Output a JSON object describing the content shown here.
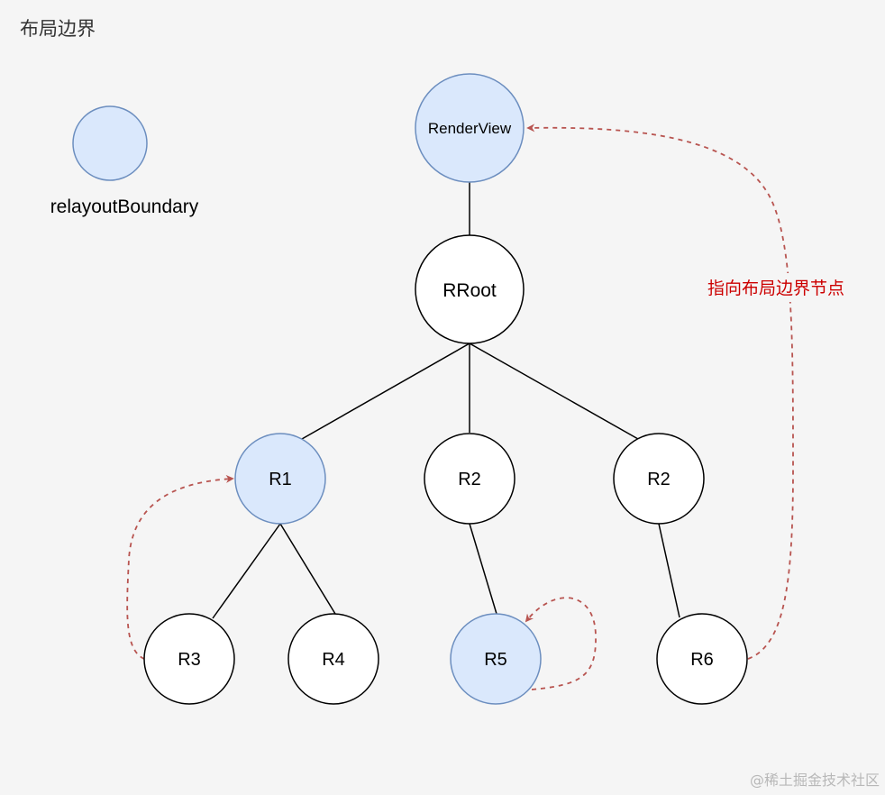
{
  "title": "布局边界",
  "legend": {
    "label": "relayoutBoundary"
  },
  "annotation": "指向布局边界节点",
  "watermark": "@稀土掘金技术社区",
  "colors": {
    "background": "#f5f5f5",
    "boundary_fill": "#dae8fc",
    "boundary_stroke": "#6c8ebf",
    "node_fill": "#ffffff",
    "node_stroke": "#000000",
    "arrow": "#b85450",
    "annotation_text": "#cc0000"
  },
  "nodes": [
    {
      "id": "renderview",
      "label": "RenderView",
      "boundary": true
    },
    {
      "id": "rroot",
      "label": "RRoot",
      "boundary": false
    },
    {
      "id": "r1",
      "label": "R1",
      "boundary": true
    },
    {
      "id": "r2a",
      "label": "R2",
      "boundary": false
    },
    {
      "id": "r2b",
      "label": "R2",
      "boundary": false
    },
    {
      "id": "r3",
      "label": "R3",
      "boundary": false
    },
    {
      "id": "r4",
      "label": "R4",
      "boundary": false
    },
    {
      "id": "r5",
      "label": "R5",
      "boundary": true
    },
    {
      "id": "r6",
      "label": "R6",
      "boundary": false
    }
  ],
  "edges": [
    {
      "from": "renderview",
      "to": "rroot"
    },
    {
      "from": "rroot",
      "to": "r1"
    },
    {
      "from": "rroot",
      "to": "r2a"
    },
    {
      "from": "rroot",
      "to": "r2b"
    },
    {
      "from": "r1",
      "to": "r3"
    },
    {
      "from": "r1",
      "to": "r4"
    },
    {
      "from": "r2a",
      "to": "r5"
    },
    {
      "from": "r2b",
      "to": "r6"
    }
  ],
  "boundary_links": [
    {
      "from": "r3",
      "to": "r1"
    },
    {
      "from": "r5",
      "to": "r5"
    },
    {
      "from": "r6",
      "to": "renderview"
    }
  ]
}
